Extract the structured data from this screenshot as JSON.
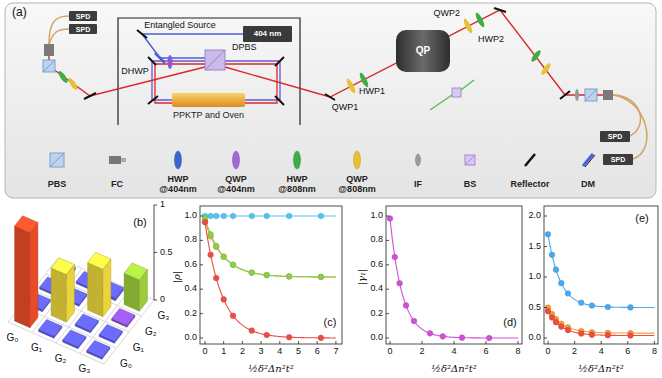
{
  "diagram": {
    "nodes": [
      {
        "text": [
          "SPD"
        ]
      },
      {
        "text": [
          "SPD"
        ]
      },
      {
        "text": [
          "404 nm"
        ]
      },
      {
        "text": [
          "QP"
        ]
      },
      {
        "text": [
          "PPKTP and Oven"
        ]
      },
      {
        "text": [
          "SPD"
        ]
      },
      {
        "text": [
          "SPD"
        ]
      }
    ],
    "labels": [
      "(a)",
      "Entangled Source",
      "DHWP",
      "DPBS",
      "HWP1",
      "QWP1",
      "QWP2",
      "HWP2",
      "(b)",
      "1",
      "0.5",
      "0",
      "G₀",
      "G₁",
      "G₂",
      "G₃",
      "G₀",
      "G₁",
      "G₂",
      "G₃",
      "(c)",
      "|ρ|",
      "1.0",
      "0.8",
      "0.6",
      "0.4",
      "0.2",
      "0.0",
      "0",
      "1",
      "2",
      "3",
      "4",
      "5",
      "6",
      "7",
      "½δ²Δn²t²",
      "(d)",
      "|γ₁|",
      "1.0",
      "0.8",
      "0.6",
      "0.4",
      "0.2",
      "0.0",
      "0",
      "2",
      "4",
      "6",
      "8",
      "½δ²Δn²t²",
      "(e)",
      "2.0",
      "1.5",
      "1.0",
      "0.5",
      "0.0",
      "0",
      "2",
      "4",
      "6",
      "8",
      "½δ²Δn²t²"
    ],
    "legend": [
      {
        "text": "PBS"
      },
      {
        "text": "FC"
      },
      {
        "text": "HWP @404nm"
      },
      {
        "text": "QWP @404nm"
      },
      {
        "text": "HWP @808nm"
      },
      {
        "text": "QWP @808nm"
      },
      {
        "text": "IF"
      },
      {
        "text": "BS"
      },
      {
        "text": "Reflector"
      },
      {
        "text": "DM"
      }
    ]
  }
}
